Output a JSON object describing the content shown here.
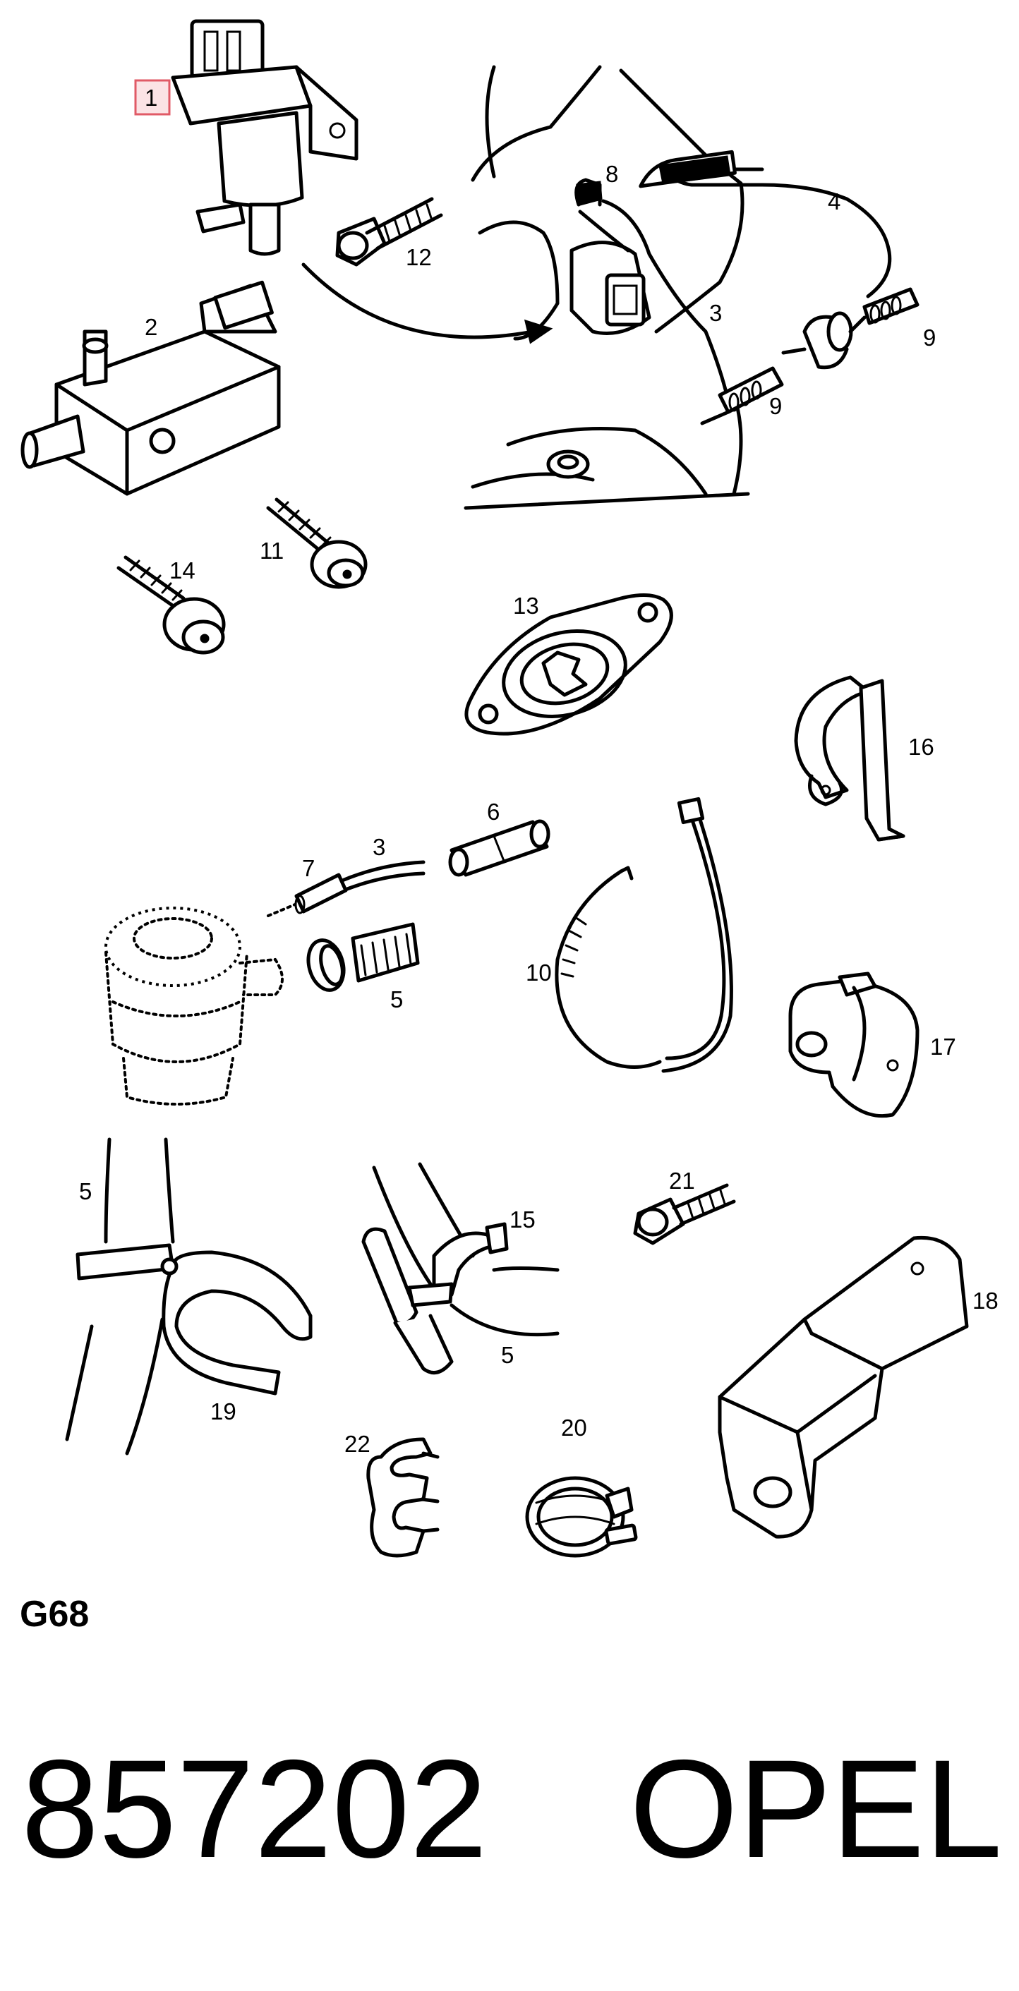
{
  "diagram": {
    "callouts": {
      "c1": "1",
      "c2": "2",
      "c3a": "3",
      "c3b": "3",
      "c4": "4",
      "c5a": "5",
      "c5b": "5",
      "c5c": "5",
      "c6": "6",
      "c7": "7",
      "c8": "8",
      "c9a": "9",
      "c9b": "9",
      "c10": "10",
      "c11": "11",
      "c12": "12",
      "c13": "13",
      "c14": "14",
      "c15": "15",
      "c16": "16",
      "c17": "17",
      "c18": "18",
      "c19": "19",
      "c20": "20",
      "c21": "21",
      "c22": "22"
    },
    "highlight_color": "#e05a66",
    "highlight_fill": "#fbe3e5"
  },
  "footer": {
    "code": "G68",
    "part_number": "857202",
    "brand": "OPEL"
  }
}
